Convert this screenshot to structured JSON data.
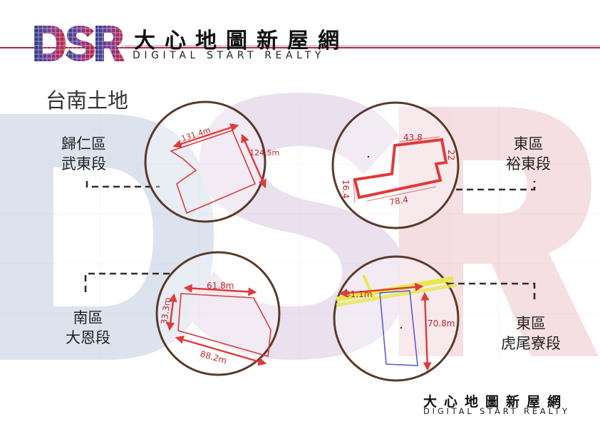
{
  "header": {
    "logo_text": "DSR",
    "title": "大心地圖新屋網",
    "subtitle": "DIGITAL START REALTY"
  },
  "page_title": "台南土地",
  "parcels": [
    {
      "district": "歸仁區",
      "section": "武東段",
      "dims": [
        "131.4m",
        "124.5m"
      ]
    },
    {
      "district": "東區",
      "section": "裕東段",
      "dims": [
        "43.8",
        "22",
        "16.4",
        "78.4"
      ]
    },
    {
      "district": "南區",
      "section": "大恩段",
      "dims": [
        "61.8m",
        "33.3m",
        "88.2m"
      ]
    },
    {
      "district": "東區",
      "section": "虎尾寮段",
      "dims": [
        "31.1m",
        "70.8m"
      ]
    }
  ],
  "footer": {
    "title": "大心地圖新屋網",
    "subtitle": "DIGITAL START REALTY"
  },
  "colors": {
    "brand_red": "#b2233b",
    "brand_blue": "#2b3f8c",
    "circle_brown": "#5a3a2a",
    "plot_red": "#e03a3a",
    "road_yellow": "#e8e84a"
  }
}
